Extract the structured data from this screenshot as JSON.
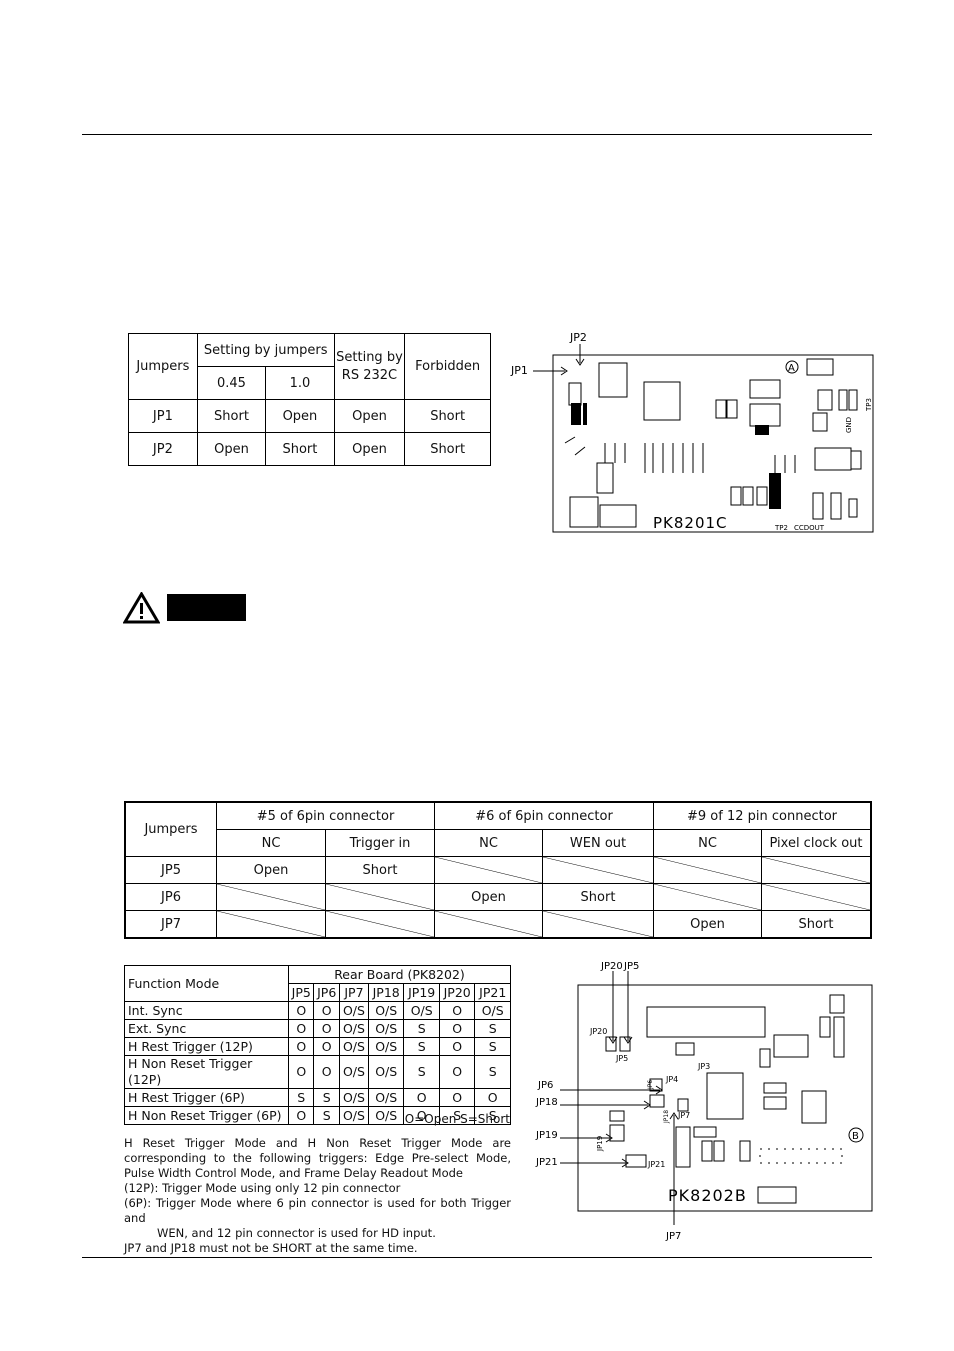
{
  "table_sensitivity": {
    "headers": {
      "jumpers": "Jumpers",
      "setting_by_jumpers": "Setting by jumpers",
      "setting_by_rs232c": "Setting by RS 232C",
      "forbidden": "Forbidden",
      "val_a": "0.45",
      "val_b": "1.0"
    },
    "rows": [
      {
        "name": "JP1",
        "cells": [
          "Short",
          "Open",
          "Open",
          "Short"
        ]
      },
      {
        "name": "JP2",
        "cells": [
          "Open",
          "Short",
          "Open",
          "Short"
        ]
      }
    ]
  },
  "board_a": {
    "label": "PK8201C",
    "marker": "A",
    "callouts": {
      "jp1": "JP1",
      "jp2": "JP2"
    },
    "silk": {
      "tp_left": "TP2",
      "ccdout": "CCDOUT",
      "gnd": "GND",
      "tp3": "TP3"
    }
  },
  "warning": {
    "icon": "warning-triangle-icon"
  },
  "table_connector": {
    "header_jumpers": "Jumpers",
    "groups": [
      "#5 of 6pin connector",
      "#6 of 6pin connector",
      "#9 of 12 pin connector"
    ],
    "subheaders": [
      "NC",
      "Trigger in",
      "NC",
      "WEN out",
      "NC",
      "Pixel clock out"
    ],
    "rows": [
      {
        "name": "JP5",
        "cells": [
          "Open",
          "Short",
          "",
          "",
          "",
          ""
        ]
      },
      {
        "name": "JP6",
        "cells": [
          "",
          "",
          "Open",
          "Short",
          "",
          ""
        ]
      },
      {
        "name": "JP7",
        "cells": [
          "",
          "",
          "",
          "",
          "Open",
          "Short"
        ]
      }
    ]
  },
  "table_function": {
    "header_mode": "Function Mode",
    "header_board": "Rear Board (PK8202)",
    "columns": [
      "JP5",
      "JP6",
      "JP7",
      "JP18",
      "JP19",
      "JP20",
      "JP21"
    ],
    "rows": [
      {
        "mode": "Int. Sync",
        "cells": [
          "O",
          "O",
          "O/S",
          "O/S",
          "O/S",
          "O",
          "O/S"
        ]
      },
      {
        "mode": "Ext. Sync",
        "cells": [
          "O",
          "O",
          "O/S",
          "O/S",
          "S",
          "O",
          "S"
        ]
      },
      {
        "mode": "H Rest Trigger (12P)",
        "cells": [
          "O",
          "O",
          "O/S",
          "O/S",
          "S",
          "O",
          "S"
        ]
      },
      {
        "mode": "H Non Reset Trigger (12P)",
        "cells": [
          "O",
          "O",
          "O/S",
          "O/S",
          "S",
          "O",
          "S"
        ]
      },
      {
        "mode": "H Rest Trigger (6P)",
        "cells": [
          "S",
          "S",
          "O/S",
          "O/S",
          "O",
          "O",
          "O"
        ]
      },
      {
        "mode": "H Non Reset Trigger (6P)",
        "cells": [
          "O",
          "S",
          "O/S",
          "O/S",
          "O",
          "S",
          "S"
        ]
      }
    ],
    "legend": "O=Open  S=Short"
  },
  "notes": {
    "line1": "H Reset Trigger Mode and H Non Reset Trigger Mode are corresponding to the following triggers: Edge Pre-select Mode, Pulse Width Control Mode, and Frame Delay Readout Mode",
    "line2": "(12P): Trigger Mode using only 12 pin connector",
    "line3": "(6P):  Trigger Mode where 6 pin connector is used for both Trigger and",
    "line3b": "WEN, and 12 pin connector is used for HD input.",
    "line4": "JP7 and JP18 must not be SHORT at the same time."
  },
  "board_b": {
    "label": "PK8202B",
    "marker": "B",
    "callouts": {
      "jp20_top": "JP20",
      "jp5_top": "JP5",
      "jp6": "JP6",
      "jp18": "JP18",
      "jp19": "JP19",
      "jp21": "JP21",
      "jp7": "JP7"
    },
    "silk": {
      "jp20": "JP20",
      "jp5": "JP5",
      "jp3": "JP3",
      "jp4": "JP4",
      "jp7": "JP7",
      "jp21": "JP21",
      "jp19": "JP19",
      "jp6": "JP6",
      "jp18": "JP18"
    }
  }
}
